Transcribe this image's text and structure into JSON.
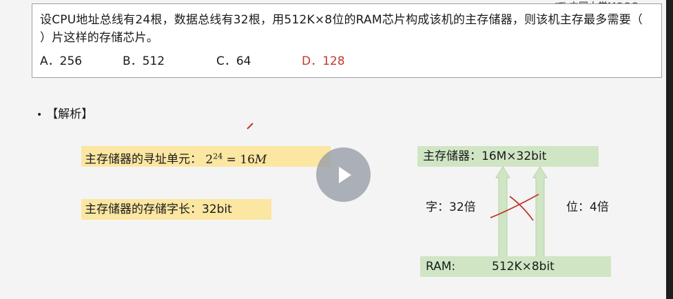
{
  "question": {
    "text": "设CPU地址总线有24根，数据总线有32根，用512K×8位的RAM芯片构成该机的主存储器，则该机主存最多需要（    ）片这样的存储芯片。",
    "options": [
      {
        "label": "A．256"
      },
      {
        "label": "B．512"
      },
      {
        "label": "C．64"
      },
      {
        "label": "D．128"
      }
    ],
    "correct_color": "#c0392b"
  },
  "brand": {
    "name": "中国大学MOOC"
  },
  "analysis": {
    "heading": "【解析】",
    "address_label": "主存储器的寻址单元：",
    "formula": {
      "base": "2",
      "exponent": "24",
      "rhs": "= 16",
      "unit": "M"
    },
    "word_length": "主存储器的存储字长：32bit",
    "main_memory": "主存储器：16M×32bit",
    "word_multiple": "字：32倍",
    "bit_multiple": "位：4倍",
    "ram_label": "RAM:",
    "ram_size": "512K×8bit"
  },
  "colors": {
    "yellow_highlight": "#fbe6a2",
    "green_highlight": "#cfe5c4",
    "red_mark": "#c0392b"
  },
  "icons": {
    "player": "play-icon",
    "cursor": "pen-icon",
    "logo": "mooc-logo-icon"
  }
}
